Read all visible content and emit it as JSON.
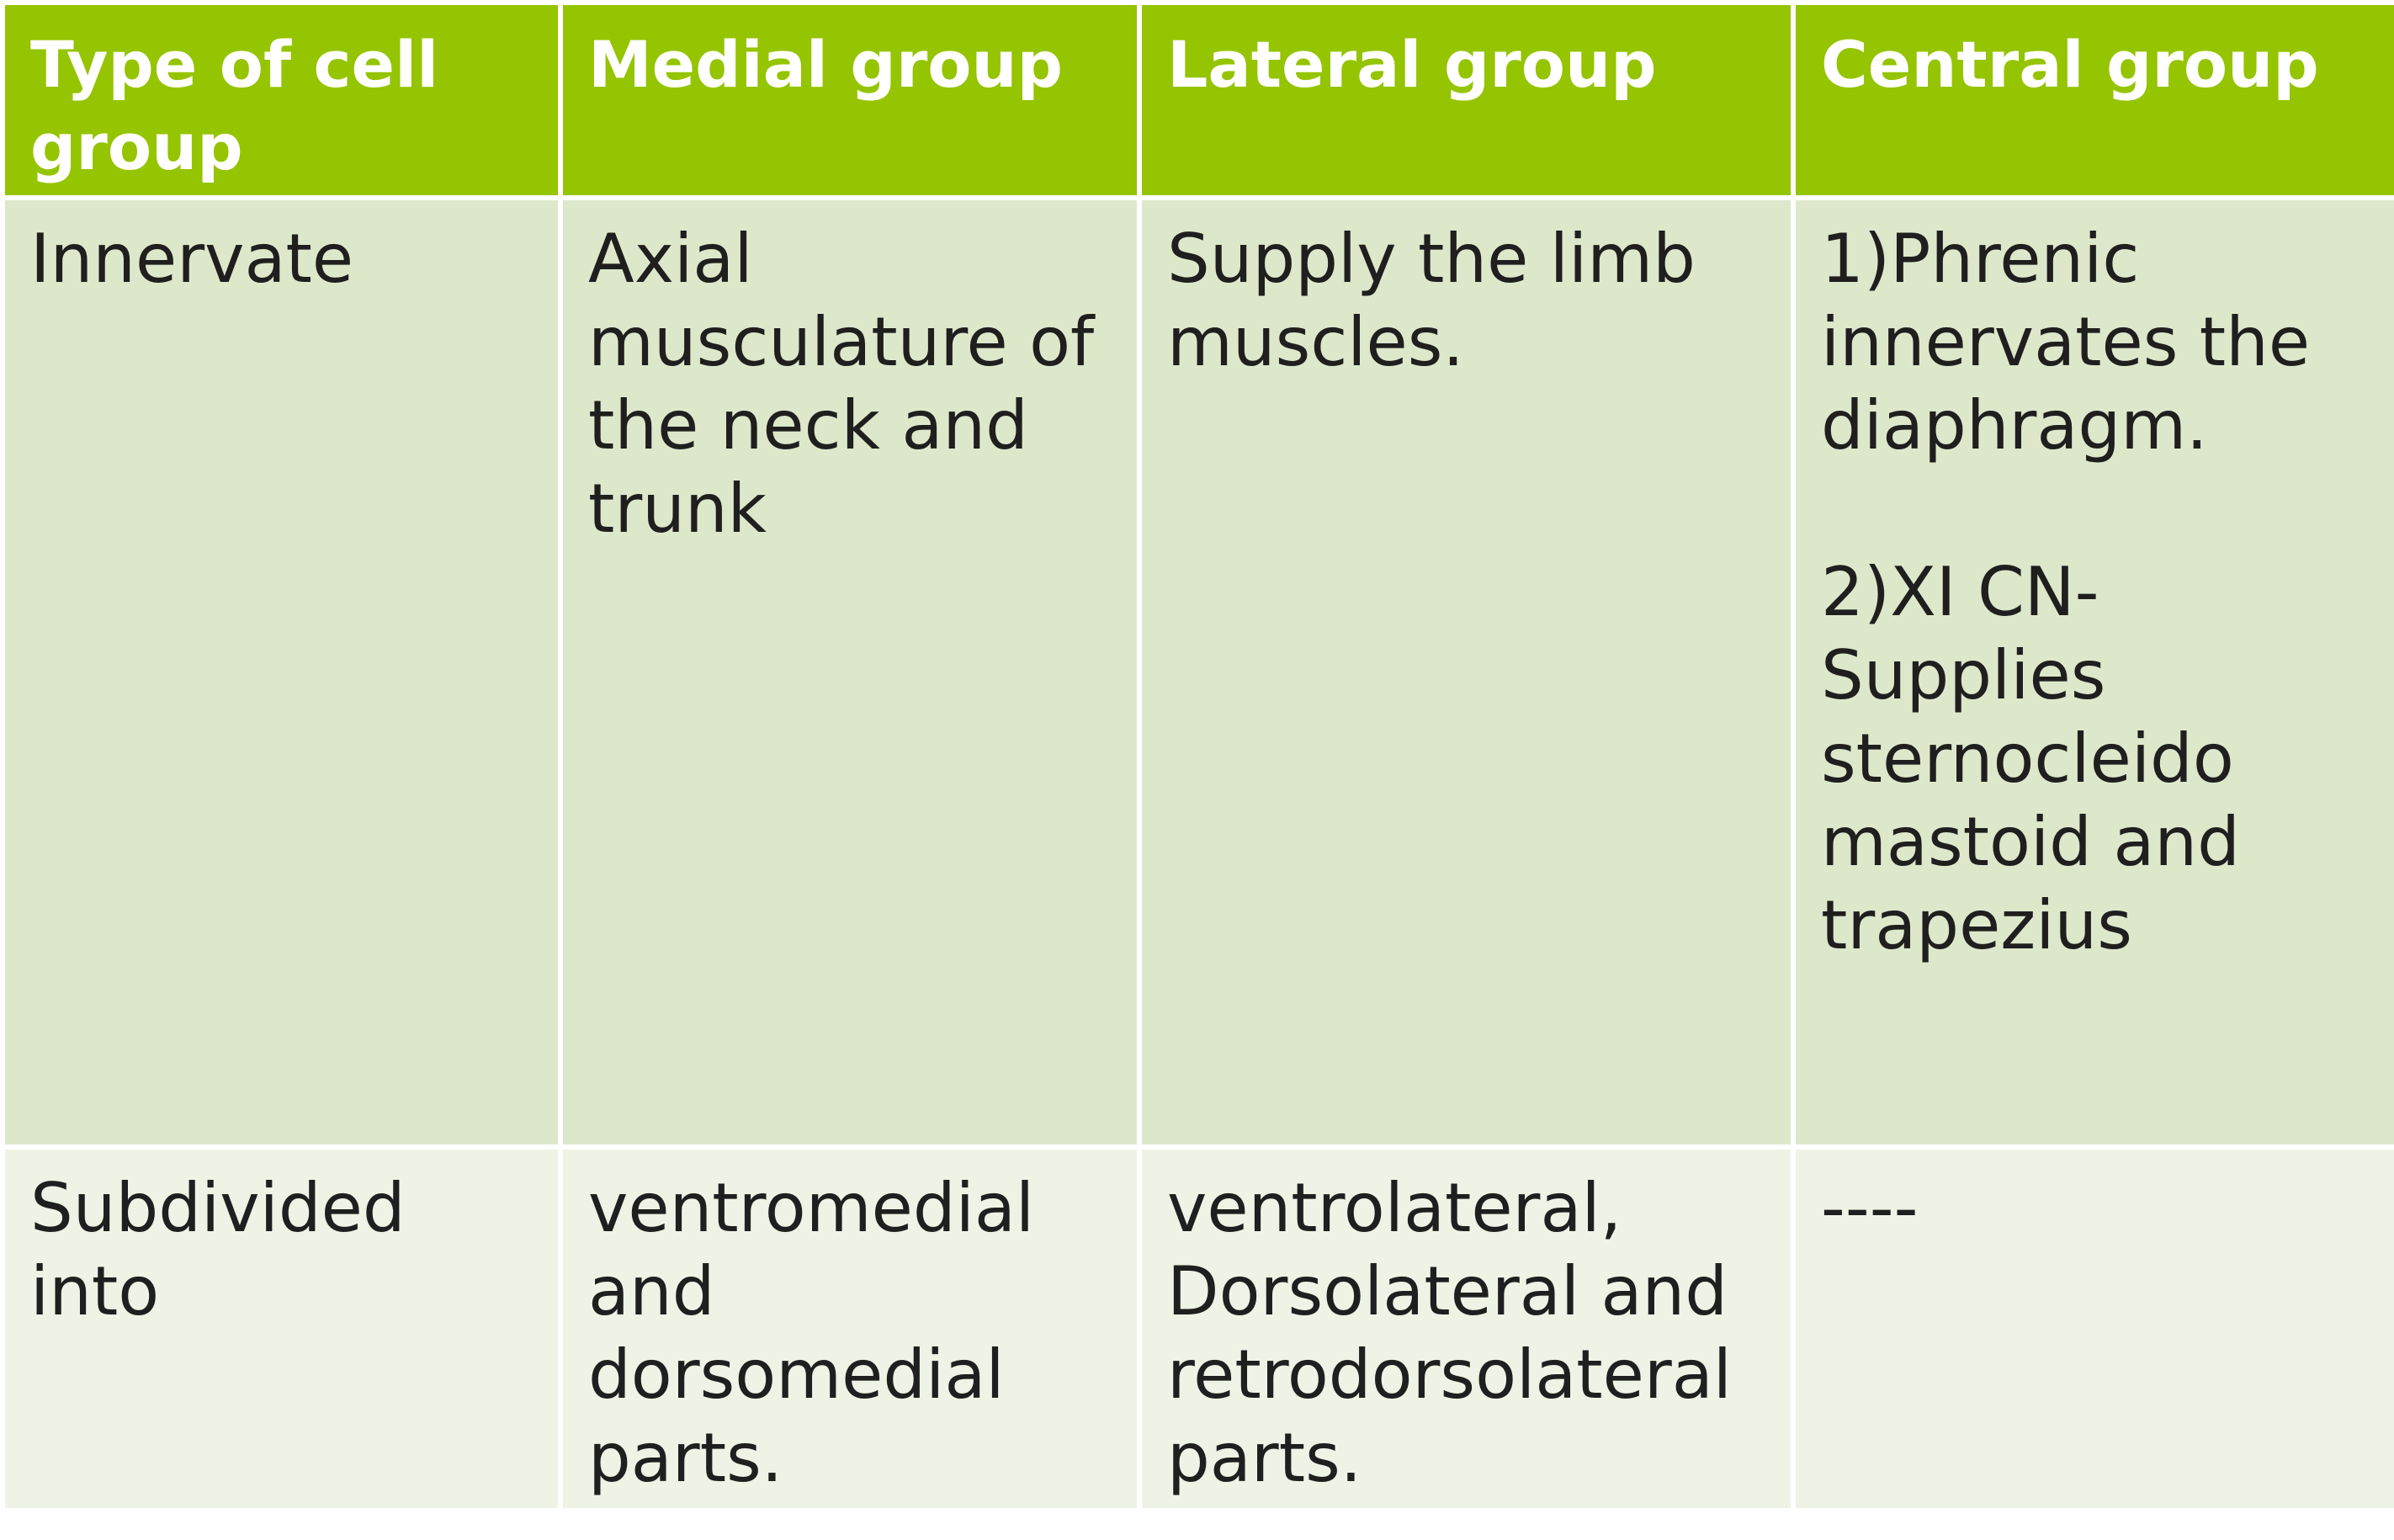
{
  "table": {
    "headers": [
      "Type of cell group",
      "Medial group",
      "Lateral group",
      "Central group"
    ],
    "rows": [
      {
        "label": "Innervate",
        "medial": "Axial musculature of the neck and trunk",
        "lateral": "Supply the limb muscles.",
        "central_part1": "1)Phrenic innervates the diaphragm.",
        "central_part2": "2)XI CN-Supplies sternocleido mastoid and trapezius"
      },
      {
        "label": "Subdivided into",
        "medial": "ventromedial and dorsomedial parts.",
        "lateral": "ventrolateral, Dorsolateral and retrodorsolateral parts.",
        "central": "----"
      }
    ]
  },
  "colors": {
    "header_bg": "#95c400",
    "header_text": "#ffffff",
    "row1_bg": "#dde8cb",
    "row2_bg": "#eef3e5",
    "body_text": "#1f1f1f"
  }
}
